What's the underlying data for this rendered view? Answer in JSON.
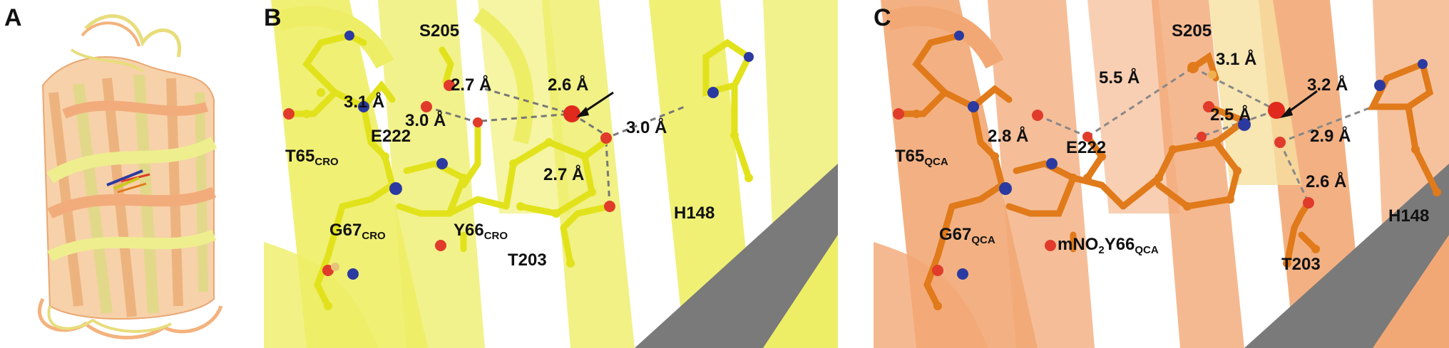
{
  "panel_a": {
    "label": "A",
    "colors": {
      "yellow": "#f0ef8a",
      "orange": "#f4b27d"
    }
  },
  "panel_b": {
    "label": "B",
    "colors": {
      "ribbon": "#eeee66",
      "carbon": "#e2e21c",
      "oxygen": "#e03b2b",
      "nitrogen": "#2b3aa0",
      "water": "#e02a1e",
      "shadow": "#7a7a7a"
    },
    "labels": {
      "d_t65_e222": "3.1 Å",
      "d_s205_e222": "2.7 Å",
      "d_e222_wat": "3.0 Å",
      "d_water": "2.6 Å",
      "d_h148": "3.0 Å",
      "d_t203": "2.7 Å",
      "s205": "S205",
      "t65": "T65",
      "t65_sub": "CRO",
      "e222": "E222",
      "g67": "G67",
      "g67_sub": "CRO",
      "y66": "Y66",
      "y66_sub": "CRO",
      "t203": "T203",
      "h148": "H148"
    }
  },
  "panel_c": {
    "label": "C",
    "colors": {
      "ribbon": "#f2a875",
      "carbon": "#e07a1a",
      "oxygen": "#e03b2b",
      "nitrogen": "#2b3aa0",
      "water": "#e02a1e",
      "shadow": "#7a7a7a"
    },
    "labels": {
      "d_s205_e222": "5.5 Å",
      "d_s205_wat": "3.1 Å",
      "d_water": "3.2 Å",
      "d_t65_e222": "2.8 Å",
      "d_no2": "2.5 Å",
      "d_h148": "2.9 Å",
      "d_t203": "2.6 Å",
      "s205": "S205",
      "t65": "T65",
      "t65_sub": "QCA",
      "e222": "E222",
      "g67": "G67",
      "g67_sub": "QCA",
      "y66_prefix": "mNO",
      "y66_prefix_sub": "2",
      "y66": "Y66",
      "y66_sub": "QCA",
      "t203": "T203",
      "h148": "H148"
    }
  }
}
